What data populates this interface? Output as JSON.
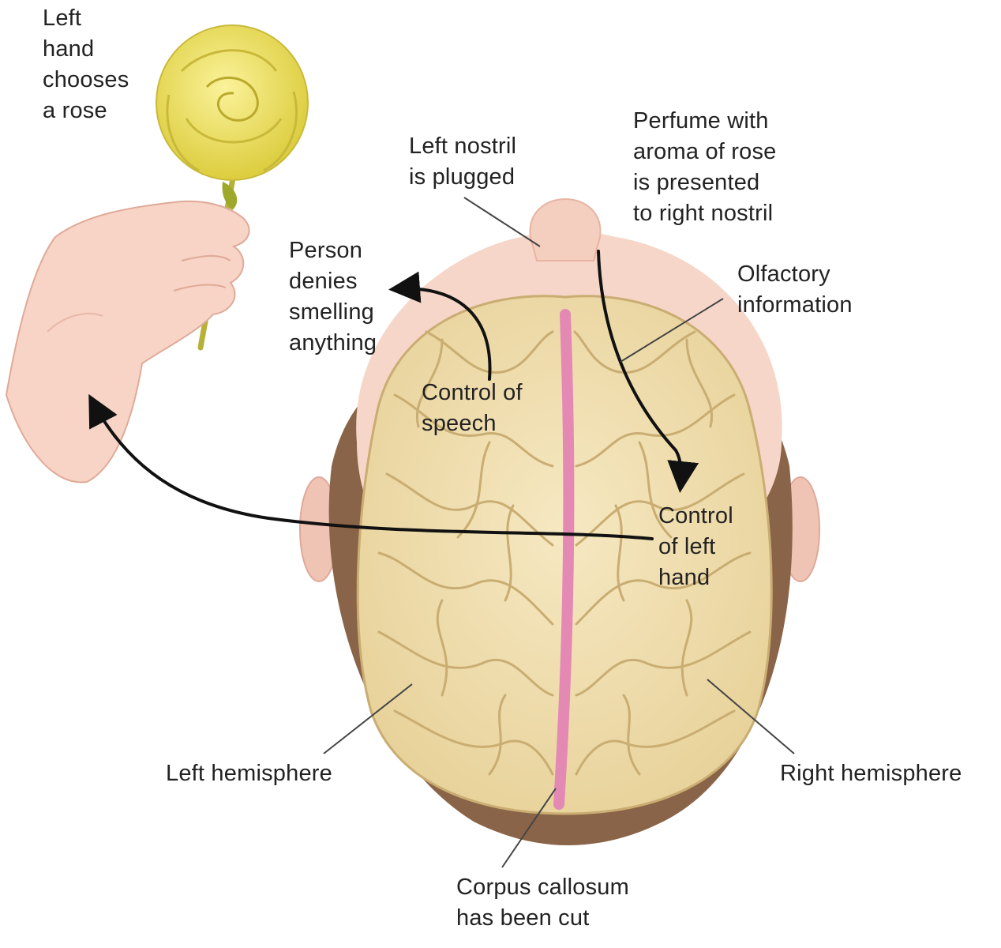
{
  "labels": {
    "left_hand_chooses": "Left\nhand\nchooses\na rose",
    "left_nostril": "Left nostril\nis plugged",
    "perfume": "Perfume with\naroma of rose\nis presented\nto right nostril",
    "person_denies": "Person\ndenies\nsmelling\nanything",
    "olfactory": "Olfactory\ninformation",
    "control_speech": "Control of\nspeech",
    "control_left_hand": "Control\nof left\nhand",
    "left_hemisphere": "Left hemisphere",
    "right_hemisphere": "Right hemisphere",
    "corpus_callosum": "Corpus callosum\nhas been cut"
  },
  "colors": {
    "brain": "#f1dfae",
    "brain_fold": "#c9ad72",
    "hair": "#8a6448",
    "skin": "#f6d6c8",
    "corpus_callosum": "#e389b4",
    "rose": "#eee26a",
    "stem": "#b7b13a",
    "arrow": "#111111",
    "leader_line": "#444444"
  }
}
